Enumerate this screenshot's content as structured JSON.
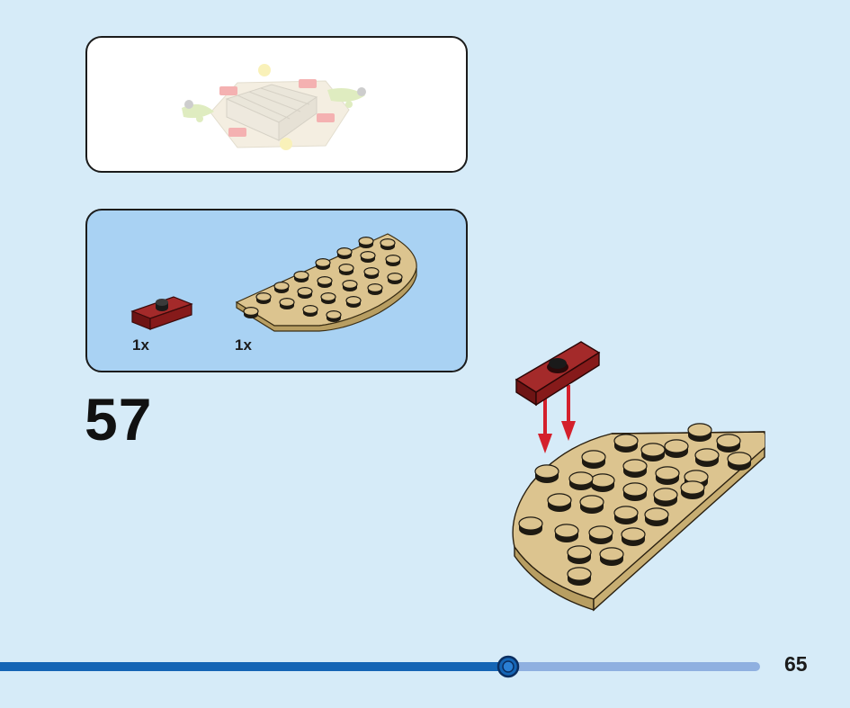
{
  "step": {
    "number": "57"
  },
  "parts": [
    {
      "quantity": "1x",
      "name": "dark-red-jumper-plate-icon"
    },
    {
      "quantity": "1x",
      "name": "tan-half-round-plate-icon"
    }
  ],
  "progress": {
    "fraction": 0.6
  },
  "page": {
    "number": "65"
  },
  "colors": {
    "background": "#d6ebf8",
    "parts_panel": "#a9d2f3",
    "tan": "#dcc48f",
    "dark_red": "#7a1a1a",
    "arrow": "#d4202c",
    "progress_done": "#1565b5",
    "progress_remaining": "#8fb0e0"
  }
}
